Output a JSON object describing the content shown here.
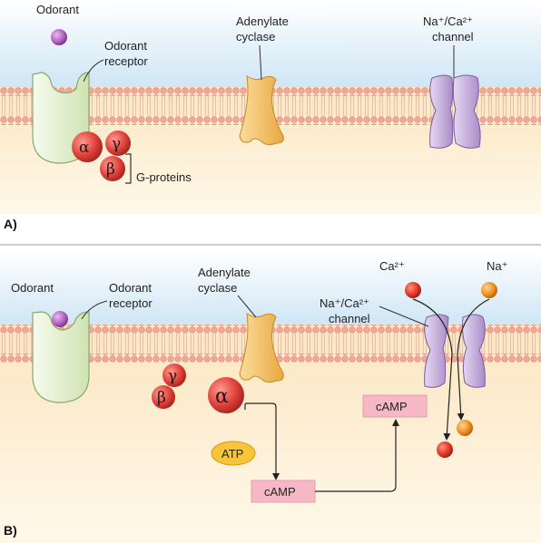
{
  "panel_a": {
    "label": "A)",
    "odorant": "Odorant",
    "receptor_line1": "Odorant",
    "receptor_line2": "receptor",
    "cyclase_line1": "Adenylate",
    "cyclase_line2": "cyclase",
    "channel_line1": "Na⁺/Ca²⁺",
    "channel_line2": "channel",
    "alpha": "α",
    "beta": "β",
    "gamma": "γ",
    "gproteins": "G-proteins"
  },
  "panel_b": {
    "label": "B)",
    "odorant": "Odorant",
    "receptor_line1": "Odorant",
    "receptor_line2": "receptor",
    "cyclase_line1": "Adenylate",
    "cyclase_line2": "cyclase",
    "channel_line1": "Na⁺/Ca²⁺",
    "channel_line2": "channel",
    "ca_ion": "Ca²⁺",
    "na_ion": "Na⁺",
    "alpha": "α",
    "beta": "β",
    "gamma": "γ",
    "atp": "ATP",
    "camp_lower": "cAMP",
    "camp_upper": "cAMP"
  },
  "colors": {
    "extracellular": "#cfe6f5",
    "cytoplasm": "#fbe9c9",
    "membrane_head": "#f2a79a",
    "receptor": "#e9f3d8",
    "cyclase": "#f6c36a",
    "channel": "#c9b3e0",
    "gprotein": "#e0443c",
    "odorant": "#b466c4",
    "na_ion": "#f0921e",
    "ca_ion": "#e23a2a",
    "atp": "#f8c43a",
    "camp_box": "#f7b8c6"
  }
}
